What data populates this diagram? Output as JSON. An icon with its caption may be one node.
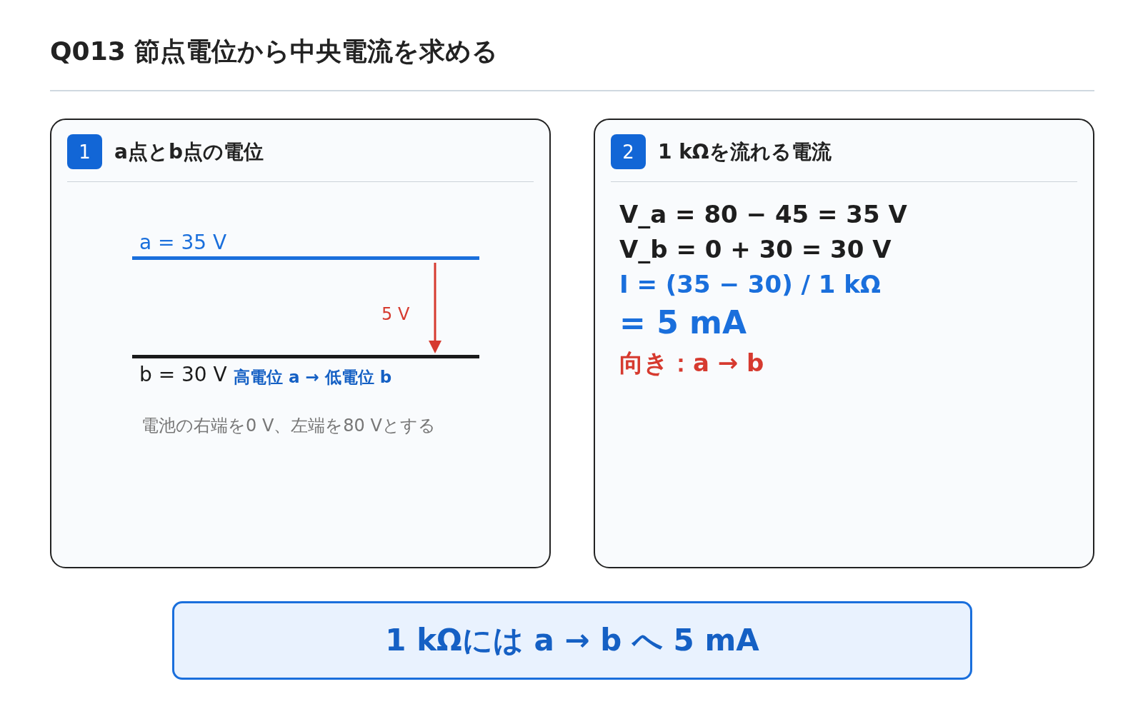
{
  "diagram": {
    "title": "Q013 節点電位から中央電流を求める",
    "nodes": [
      {
        "text": [
          "1",
          "a点とb点の電位"
        ]
      },
      {
        "text": [
          "a = 35 V"
        ],
        "in": 0
      },
      {
        "text": [
          "b = 30 V"
        ],
        "in": 0
      },
      {
        "text": [
          "2",
          "1 kΩを流れる電流"
        ]
      },
      {
        "text": [
          "1 kΩには a → b へ 5 mA"
        ]
      }
    ],
    "edges": [
      {
        "from": 1,
        "to": 2,
        "arrow": "to",
        "label": "5 V"
      }
    ],
    "labels": [
      "高電位 a → 低電位 b",
      "電池の右端を0 V、左端を80 Vとする",
      "V_a = 80 − 45 = 35 V",
      "V_b = 0 + 30 = 30 V",
      "I = (35 − 30) / 1 kΩ",
      "= 5 mA",
      "向き：a → b"
    ]
  }
}
